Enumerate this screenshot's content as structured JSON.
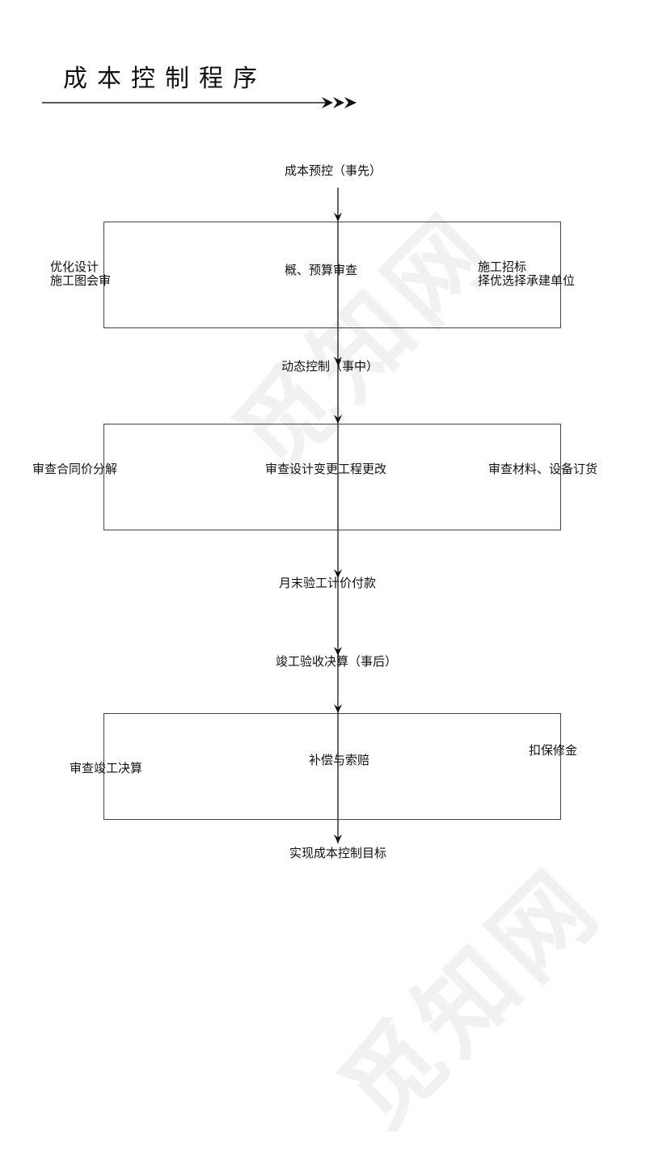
{
  "document": {
    "title": "成本控制程序",
    "watermark": "觅知网"
  },
  "flow": {
    "stage1_label": "成本预控（事先）",
    "box1": {
      "left": [
        "优化设计",
        "施工图会审"
      ],
      "center": "概、预算审查",
      "right": [
        "施工招标",
        "择优选择承建单位"
      ]
    },
    "stage2_label": "动态控制（事中）",
    "box2": {
      "left": "审查合同价分解",
      "center": "审查设计变更工程更改",
      "right": "审查材料、设备订货"
    },
    "step_monthly": "月末验工计价付款",
    "stage3_label": "竣工验收决算（事后）",
    "box3": {
      "left": "审查竣工决算",
      "center": "补偿与索赔",
      "right": "扣保修金"
    },
    "goal_label": "实现成本控制目标"
  },
  "colors": {
    "line": "#222222",
    "box_border": "#444444",
    "watermark": "#f1f1f1"
  }
}
